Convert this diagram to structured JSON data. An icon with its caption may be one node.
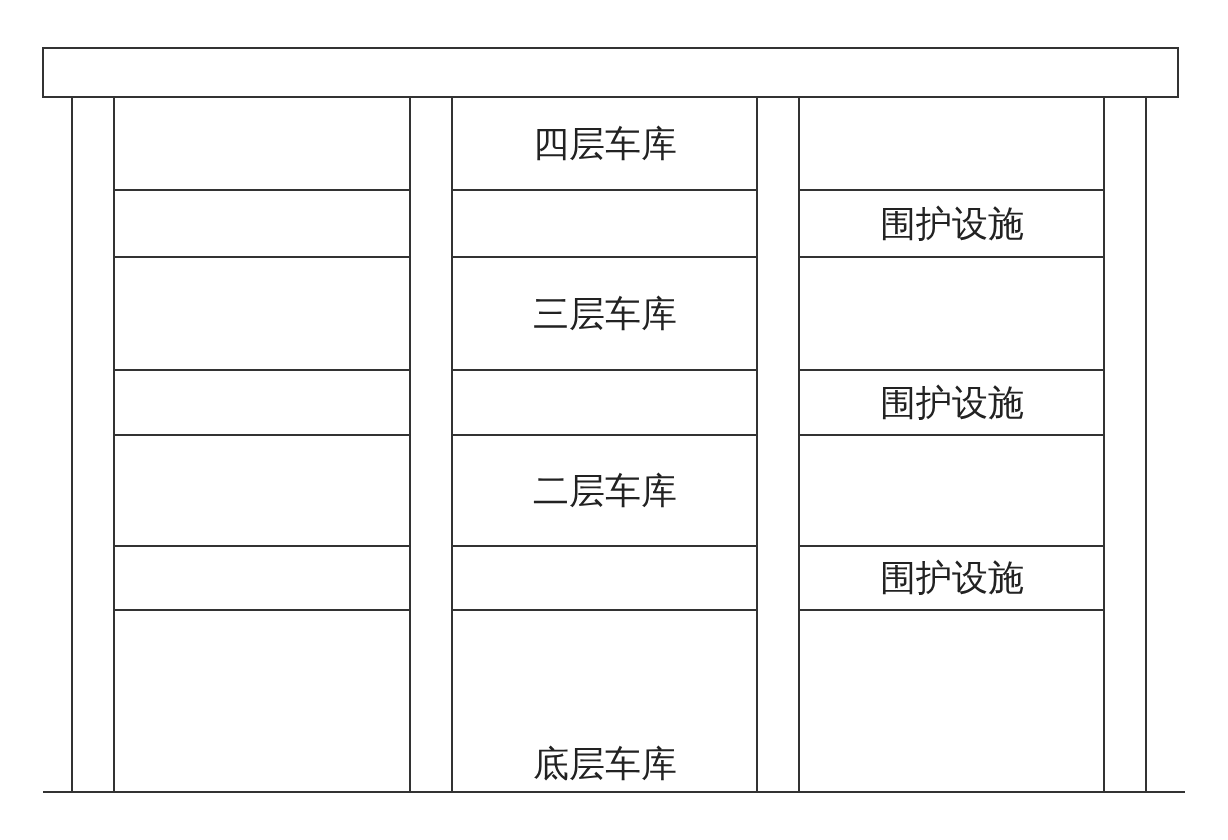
{
  "diagram": {
    "nodes": [
      {
        "text": [
          "四层车库"
        ]
      },
      {
        "text": [
          "围护设施"
        ]
      },
      {
        "text": [
          "三层车库"
        ]
      },
      {
        "text": [
          "围护设施"
        ]
      },
      {
        "text": [
          "二层车库"
        ]
      },
      {
        "text": [
          "围护设施"
        ]
      },
      {
        "text": [
          "底层车库"
        ]
      }
    ]
  }
}
